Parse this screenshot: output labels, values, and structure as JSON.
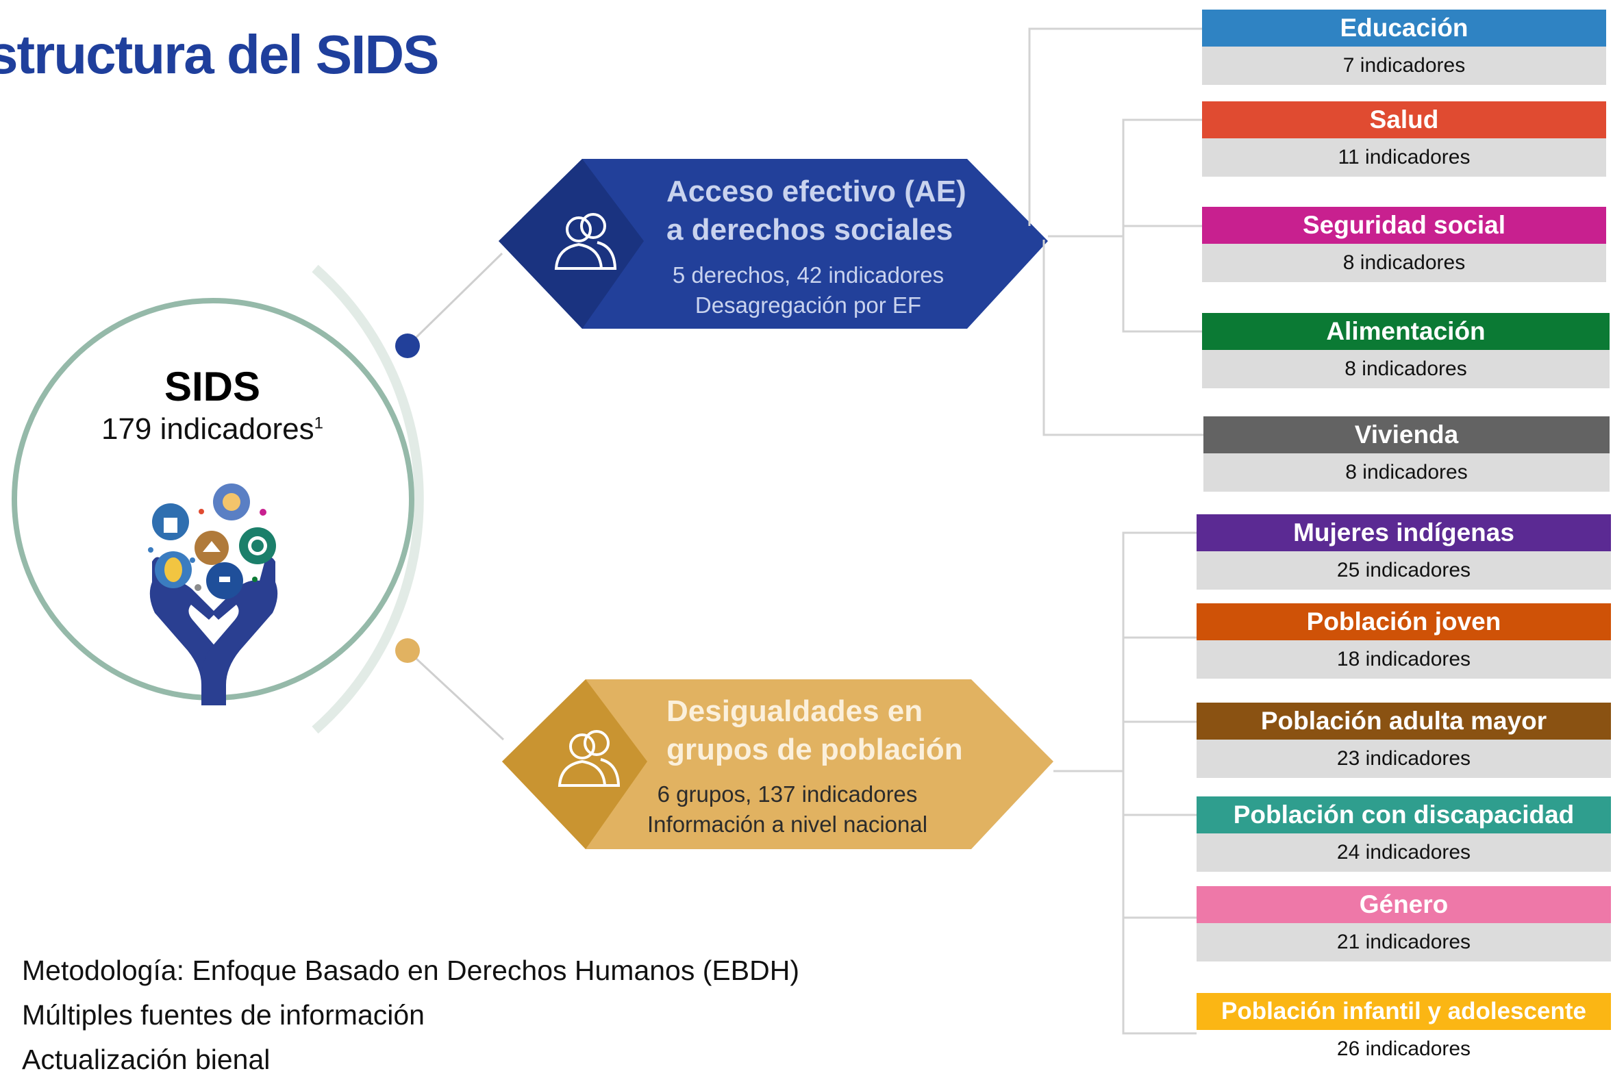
{
  "title": "structura del SIDS",
  "center": {
    "name": "SIDS",
    "indicators": "179 indicadores",
    "footnote": "1"
  },
  "branches": {
    "ae": {
      "title_line1": "Acceso efectivo (AE)",
      "title_line2": "a derechos sociales",
      "sub_line1": "5 derechos,  42 indicadores",
      "sub_line2": "Desagregación por EF",
      "color": "#22409a",
      "color_dark": "#1a3380",
      "text_color": "#c9d3ee",
      "icon": "people-icon"
    },
    "des": {
      "title_line1": "Desigualdades en",
      "title_line2": "grupos de población",
      "sub_line1": "6 grupos, 137 indicadores",
      "sub_line2": "Información a nivel nacional",
      "color": "#e1b261",
      "color_dark": "#c99431",
      "text_color": "#fbf0dc",
      "icon": "people-icon"
    }
  },
  "rights": [
    {
      "label": "Educación",
      "count": "7 indicadores",
      "color": "#2f83c3"
    },
    {
      "label": "Salud",
      "count": "11 indicadores",
      "color": "#e04b31"
    },
    {
      "label": "Seguridad social",
      "count": "8 indicadores",
      "color": "#c8208f"
    },
    {
      "label": "Alimentación",
      "count": "8 indicadores",
      "color": "#0b7a34"
    },
    {
      "label": "Vivienda",
      "count": "8 indicadores",
      "color": "#636363"
    }
  ],
  "groups": [
    {
      "label": "Mujeres indígenas",
      "count": "25 indicadores",
      "color": "#5b2a93"
    },
    {
      "label": "Población joven",
      "count": "18 indicadores",
      "color": "#cf5207"
    },
    {
      "label": "Población adulta mayor",
      "count": "23 indicadores",
      "color": "#8a5212"
    },
    {
      "label": "Población con discapacidad",
      "count": "24 indicadores",
      "color": "#2f9e8e"
    },
    {
      "label": "Género",
      "count": "21 indicadores",
      "color": "#ee78a8"
    },
    {
      "label": "Población infantil y adolescente",
      "count": "26 indicadores",
      "color": "#fbb614"
    }
  ],
  "bullets": [
    "Metodología: Enfoque Basado en Derechos Humanos (EBDH)",
    "Múltiples fuentes de información",
    "Actualización bienal"
  ]
}
